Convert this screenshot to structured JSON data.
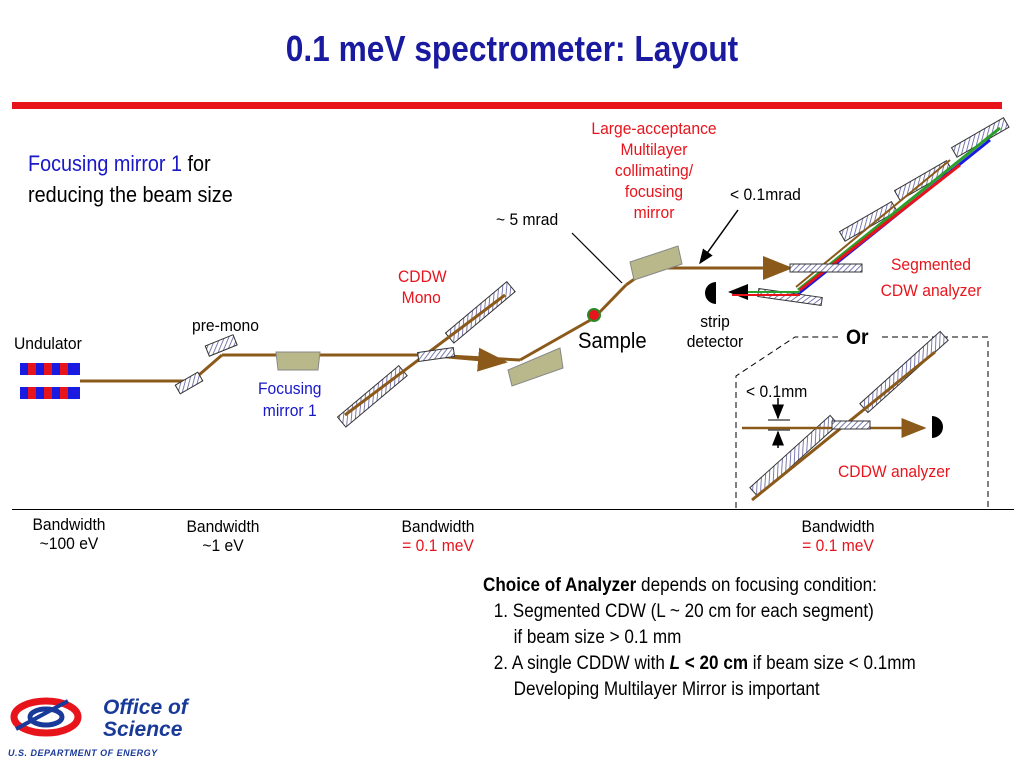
{
  "slide": {
    "title": "0.1 meV spectrometer: Layout"
  },
  "focusing_note": {
    "highlight": "Focusing mirror 1",
    "rest_line1": " for",
    "line2": "reducing the beam size"
  },
  "labels": {
    "undulator": "Undulator",
    "pre_mono": "pre-mono",
    "focusing_mirror_1_line1": "Focusing",
    "focusing_mirror_1_line2": "mirror 1",
    "cddw_mono_line1": "CDDW",
    "cddw_mono_line2": "Mono",
    "five_mrad": "~ 5 mrad",
    "multilayer_line1": "Large-acceptance",
    "multilayer_line2": "Multilayer",
    "multilayer_line3": "collimating/",
    "multilayer_line4": "focusing",
    "multilayer_line5": "mirror",
    "angle_01mrad": "< 0.1mrad",
    "sample": "Sample",
    "strip_detector_line1": "strip",
    "strip_detector_line2": "detector",
    "segmented_line1": "Segmented",
    "segmented_line2": "CDW analyzer",
    "or": "Or",
    "size_01mm": "< 0.1mm",
    "cddw_analyzer": "CDDW analyzer"
  },
  "bandwidths": [
    {
      "label": "Bandwidth",
      "value": "~100 eV",
      "value_color": "#000000"
    },
    {
      "label": "Bandwidth",
      "value": "~1 eV",
      "value_color": "#000000"
    },
    {
      "label": "Bandwidth",
      "value": "= 0.1 meV",
      "value_color": "#e8141c"
    },
    {
      "label": "Bandwidth",
      "value": "= 0.1 meV",
      "value_color": "#e8141c"
    }
  ],
  "analyzer_choice": {
    "heading_bold": "Choice of Analyzer",
    "heading_rest": " depends on focusing condition:",
    "item1_line1": "1. Segmented CDW (L ~ 20 cm for each segment)",
    "item1_line2": "if beam size > 0.1 mm",
    "item2_prefix": "2. A single CDDW with ",
    "item2_bold_italic": "L",
    "item2_bold": " < 20 cm",
    "item2_suffix": " if beam size < 0.1mm",
    "item2_line2": "Developing Multilayer Mirror is important"
  },
  "logo": {
    "line1": "Office of",
    "line2": "Science",
    "dept": "U.S. DEPARTMENT OF ENERGY"
  },
  "colors": {
    "title": "#1a1aa0",
    "accent_red": "#e8141c",
    "label_blue": "#1818c8",
    "beam": "#8b5a1a",
    "mirror": "#b8b88a"
  }
}
